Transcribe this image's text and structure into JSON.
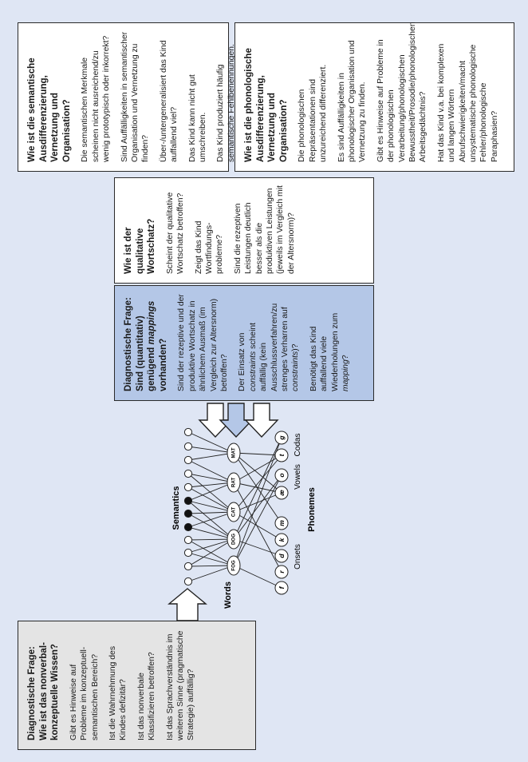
{
  "boxes": {
    "conceptual": {
      "title": "Diagnostische Frage: Wie ist das nonverbal-konzeptuelle Wissen?",
      "items": [
        "Gibt es Hinweise auf Probleme im konzeptuell-semantischen Bereich?",
        "Ist die Wahrnehmung des Kindes defizitär?",
        "Ist das nonverbale Klassifizieren betroffen?",
        "Ist das Sprachverständnis im weiteren Sinne (pragmatische Strategie) auffällig?"
      ]
    },
    "quantitative": {
      "title_part1": "Diagnostische Frage: Sind (quantitativ) genügend ",
      "title_em": "mappings",
      "title_part2": " vorhanden?",
      "item1": "Sind der rezeptive und der produktive Wortschatz in ähnlichem Ausmaß (im Vergleich zur Altersnorm) betroffen?",
      "item2_part1": "Der Einsatz von ",
      "item2_em1": "constraints",
      "item2_part2": " scheint auffällig (kein Ausschlussverfahren/zu strenges Verharren auf ",
      "item2_em2": "constraints",
      "item2_part3": ")?",
      "item3_part1": "Benötigt das Kind auffallend viele Wiederholungen zum ",
      "item3_em": "mapping",
      "item3_part2": "?"
    },
    "qualitative": {
      "title": "Wie ist der qualitative Wortschatz?",
      "items": [
        "Scheint der qualitative Wortschatz betroffen?",
        "Zeigt das Kind Wortfindungs-probleme?",
        "Sind die rezeptiven Leistungen deutlich besser als die produktiven Leistungen (jeweils im Vergleich mit der Altersnorm)?"
      ]
    },
    "semantic": {
      "title": "Wie ist die semantische Ausdifferenzierung, Vernetzung und Organisation?",
      "items": [
        "Die semantischen Merkmale scheinen nicht ausreichend/zu wenig prototypisch oder inkorrekt?",
        "Sind Auffälligkeiten in semantischer Organisation und Vernetzung zu finden?",
        "Über-/untergeneralisiert das Kind auffallend viel?",
        "Das Kind kann nicht gut umschreiben.",
        "Das Kind produziert häufig semantische Fehlbenennungen."
      ]
    },
    "phonological": {
      "title": "Wie ist die phonologische Ausdifferenzierung, Vernetzung und Organisation?",
      "items": [
        "Die phonologischen Repräsentationen sind unzureichend differenziert.",
        "Es sind Auffälligkeiten in phonologischer Organisation und Vernetzung zu finden.",
        "Gibt es Hinweise auf Probleme in der phonologischen Verarbeitung/phonologischen Bewusstheit/Prosodie/phonologischen Arbeitsgedächtnis?",
        "Hat das Kind v.a. bei komplexen und langen Wörtern Abrufschwierigkeiten/macht unsystematische phonologische Fehler/phonologische Paraphasien?"
      ]
    }
  },
  "network": {
    "semantics_label": "Semantics",
    "words_label": "Words",
    "phonemes_label": "Phonemes",
    "onsets_label": "Onsets",
    "vowels_label": "Vowels",
    "codas_label": "Codas",
    "word_nodes": [
      "FOG",
      "DOG",
      "CAT",
      "RAT",
      "MAT"
    ],
    "onset_nodes": [
      "f",
      "r",
      "d",
      "k",
      "m"
    ],
    "vowel_nodes": [
      "æ",
      "o"
    ],
    "coda_nodes": [
      "t",
      "g"
    ]
  },
  "colors": {
    "background": "#dfe6f4",
    "conceptual_fill": "#e4e4e4",
    "quantitative_fill": "#b4c7e7",
    "white_fill": "#ffffff"
  }
}
